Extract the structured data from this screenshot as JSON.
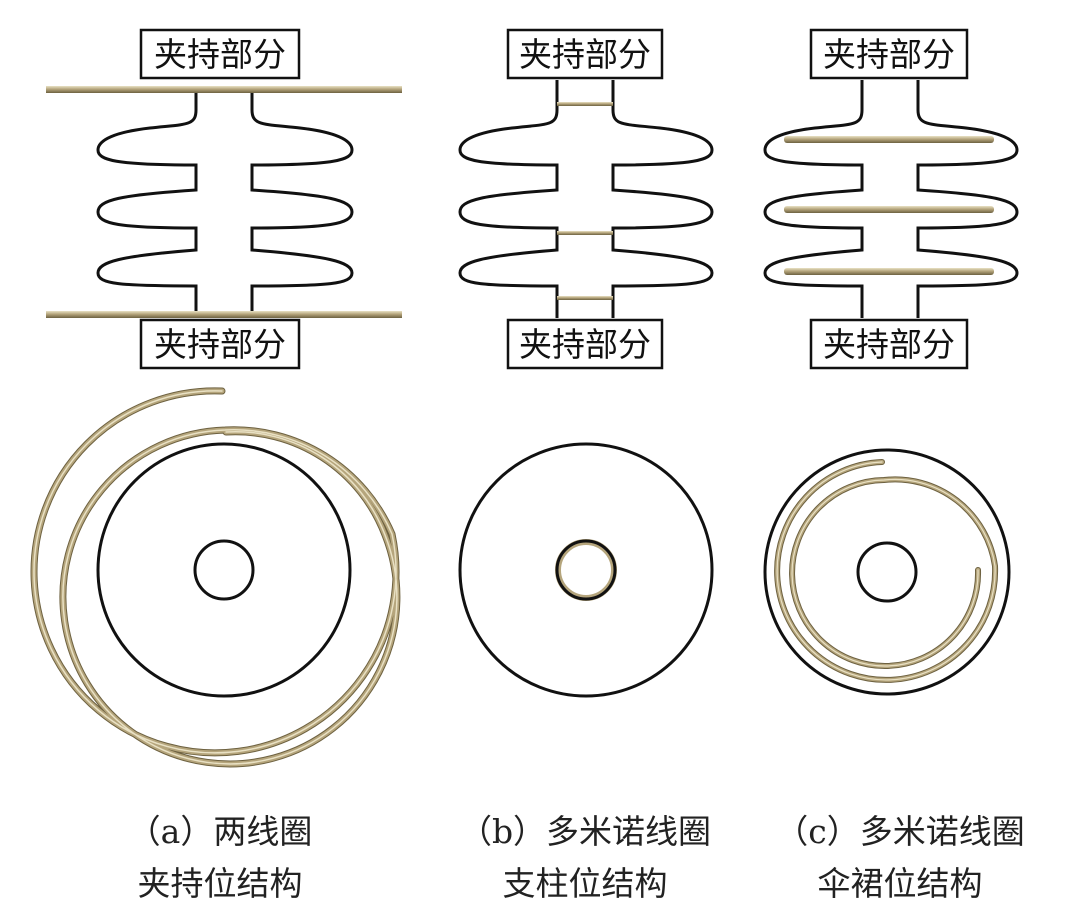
{
  "clamp_label": "夹持部分",
  "colors": {
    "coil": "#b5a57c",
    "coil_highlight": "#e9e1c4",
    "coil_shadow": "#6d6140",
    "outline": "#111111"
  },
  "panels": [
    {
      "id": "a",
      "caption_line1": "（a）两线圈",
      "caption_line2": "夹持位结构",
      "coil_position": "clamp"
    },
    {
      "id": "b",
      "caption_line1": "（b）多米诺线圈",
      "caption_line2": "支柱位结构",
      "coil_position": "pillar"
    },
    {
      "id": "c",
      "caption_line1": "（c）多米诺线圈",
      "caption_line2": "伞裙位结构",
      "coil_position": "shed"
    }
  ]
}
